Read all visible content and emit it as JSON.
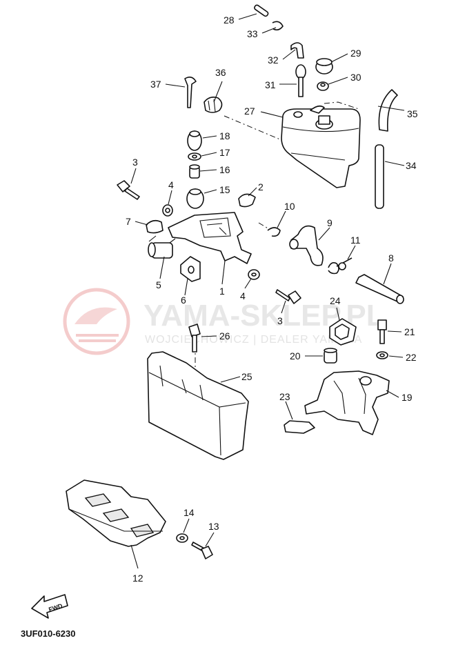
{
  "watermark": {
    "brand": "YAMA-SKLEP.PL",
    "subtitle": "WOJCIECHOWICZ | DEALER YAMAHA"
  },
  "diagram_code": "3UF010-6230",
  "fwd_label": "FWD",
  "callouts": [
    {
      "id": "c28",
      "label": "28"
    },
    {
      "id": "c33",
      "label": "33"
    },
    {
      "id": "c29",
      "label": "29"
    },
    {
      "id": "c32",
      "label": "32"
    },
    {
      "id": "c30",
      "label": "30"
    },
    {
      "id": "c31",
      "label": "31"
    },
    {
      "id": "c37",
      "label": "37"
    },
    {
      "id": "c36",
      "label": "36"
    },
    {
      "id": "c27",
      "label": "27"
    },
    {
      "id": "c35",
      "label": "35"
    },
    {
      "id": "c18",
      "label": "18"
    },
    {
      "id": "c17",
      "label": "17"
    },
    {
      "id": "c16",
      "label": "16"
    },
    {
      "id": "c15",
      "label": "15"
    },
    {
      "id": "c3a",
      "label": "3"
    },
    {
      "id": "c4a",
      "label": "4"
    },
    {
      "id": "c2",
      "label": "2"
    },
    {
      "id": "c34",
      "label": "34"
    },
    {
      "id": "c10",
      "label": "10"
    },
    {
      "id": "c9",
      "label": "9"
    },
    {
      "id": "c7",
      "label": "7"
    },
    {
      "id": "c11",
      "label": "11"
    },
    {
      "id": "c8",
      "label": "8"
    },
    {
      "id": "c5",
      "label": "5"
    },
    {
      "id": "c6",
      "label": "6"
    },
    {
      "id": "c1",
      "label": "1"
    },
    {
      "id": "c4b",
      "label": "4"
    },
    {
      "id": "c24",
      "label": "24"
    },
    {
      "id": "c3b",
      "label": "3"
    },
    {
      "id": "c26",
      "label": "26"
    },
    {
      "id": "c21",
      "label": "21"
    },
    {
      "id": "c20",
      "label": "20"
    },
    {
      "id": "c22",
      "label": "22"
    },
    {
      "id": "c25",
      "label": "25"
    },
    {
      "id": "c23",
      "label": "23"
    },
    {
      "id": "c19",
      "label": "19"
    },
    {
      "id": "c14",
      "label": "14"
    },
    {
      "id": "c13",
      "label": "13"
    },
    {
      "id": "c12",
      "label": "12"
    }
  ]
}
